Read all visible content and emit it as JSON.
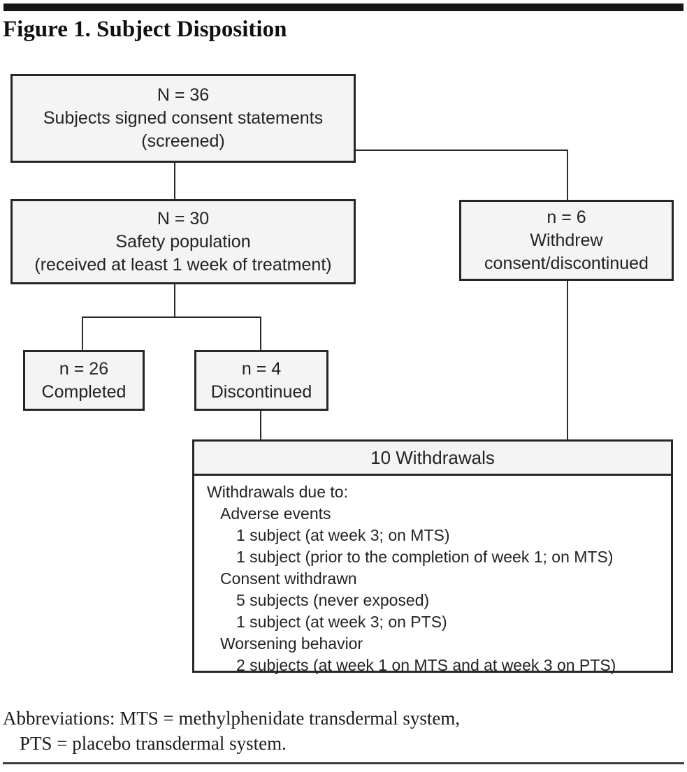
{
  "figure": {
    "title": "Figure 1. Subject Disposition"
  },
  "colors": {
    "box_fill": "#f4f4f4",
    "box_border": "#262626",
    "connector": "#2b2b2b",
    "top_bar": "#161616",
    "background": "#ffffff"
  },
  "boxes": {
    "screened": {
      "line1": "N = 36",
      "line2": "Subjects signed consent statements",
      "line3": "(screened)"
    },
    "safety": {
      "line1": "N = 30",
      "line2": "Safety population",
      "line3": "(received at least 1 week of treatment)"
    },
    "withdrew": {
      "line1": "n = 6",
      "line2": "Withdrew",
      "line3": "consent/discontinued"
    },
    "completed": {
      "line1": "n = 26",
      "line2": "Completed"
    },
    "discontinued": {
      "line1": "n = 4",
      "line2": "Discontinued"
    },
    "withdrawals": {
      "header": "10 Withdrawals",
      "lines": [
        {
          "indent": 0,
          "text": "Withdrawals due to:"
        },
        {
          "indent": 1,
          "text": "Adverse events"
        },
        {
          "indent": 2,
          "text": "1 subject (at week 3; on MTS)"
        },
        {
          "indent": 2,
          "text": "1 subject (prior to the completion of week 1; on MTS)"
        },
        {
          "indent": 1,
          "text": "Consent withdrawn"
        },
        {
          "indent": 2,
          "text": "5 subjects (never exposed)"
        },
        {
          "indent": 2,
          "text": "1 subject (at week 3; on PTS)"
        },
        {
          "indent": 1,
          "text": "Worsening behavior"
        },
        {
          "indent": 2,
          "text": "2 subjects (at week 1 on MTS and at week 3 on PTS)"
        }
      ]
    }
  },
  "footnote": {
    "line1": "Abbreviations: MTS = methylphenidate transdermal system,",
    "line2": "PTS = placebo transdermal system."
  }
}
